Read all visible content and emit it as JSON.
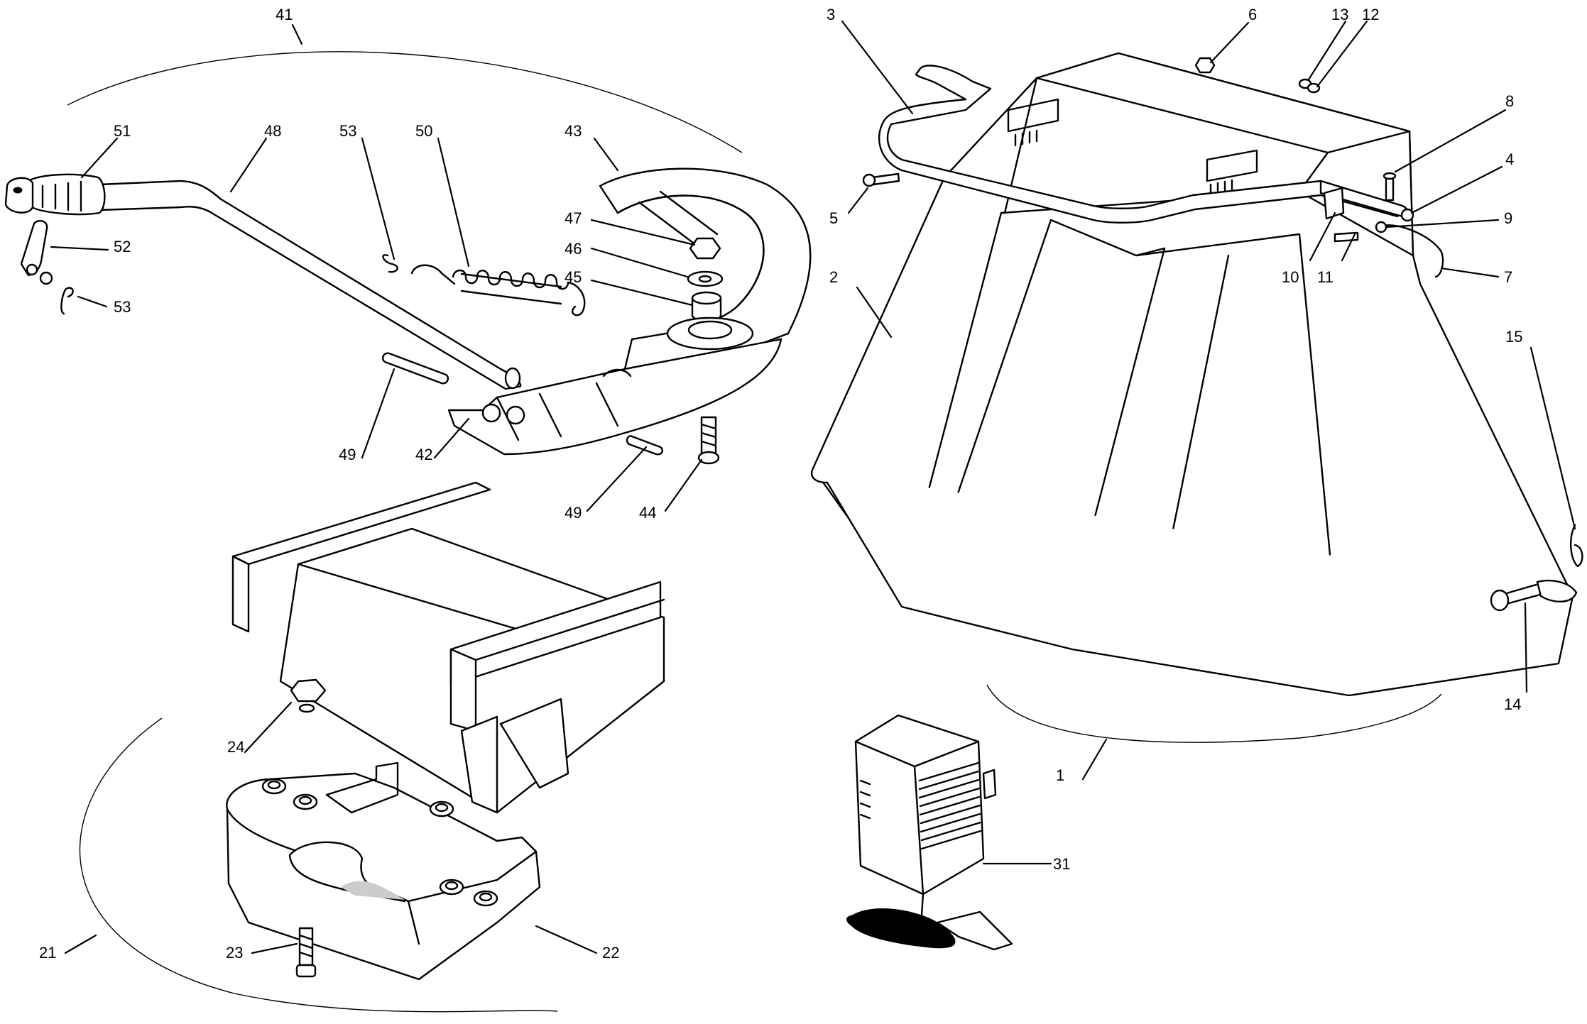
{
  "diagram": {
    "type": "exploded parts diagram",
    "callouts": [
      {
        "id": "41",
        "label": "41"
      },
      {
        "id": "3",
        "label": "3"
      },
      {
        "id": "6",
        "label": "6"
      },
      {
        "id": "13",
        "label": "13"
      },
      {
        "id": "12",
        "label": "12"
      },
      {
        "id": "51",
        "label": "51"
      },
      {
        "id": "48",
        "label": "48"
      },
      {
        "id": "53a",
        "label": "53"
      },
      {
        "id": "50",
        "label": "50"
      },
      {
        "id": "43",
        "label": "43"
      },
      {
        "id": "8",
        "label": "8"
      },
      {
        "id": "4",
        "label": "4"
      },
      {
        "id": "47",
        "label": "47"
      },
      {
        "id": "46",
        "label": "46"
      },
      {
        "id": "5",
        "label": "5"
      },
      {
        "id": "9",
        "label": "9"
      },
      {
        "id": "52",
        "label": "52"
      },
      {
        "id": "45",
        "label": "45"
      },
      {
        "id": "2",
        "label": "2"
      },
      {
        "id": "10",
        "label": "10"
      },
      {
        "id": "11",
        "label": "11"
      },
      {
        "id": "7",
        "label": "7"
      },
      {
        "id": "53b",
        "label": "53"
      },
      {
        "id": "15",
        "label": "15"
      },
      {
        "id": "49a",
        "label": "49"
      },
      {
        "id": "42",
        "label": "42"
      },
      {
        "id": "49b",
        "label": "49"
      },
      {
        "id": "44",
        "label": "44"
      },
      {
        "id": "14",
        "label": "14"
      },
      {
        "id": "24",
        "label": "24"
      },
      {
        "id": "1",
        "label": "1"
      },
      {
        "id": "31",
        "label": "31"
      },
      {
        "id": "21",
        "label": "21"
      },
      {
        "id": "23",
        "label": "23"
      },
      {
        "id": "22",
        "label": "22"
      }
    ]
  }
}
